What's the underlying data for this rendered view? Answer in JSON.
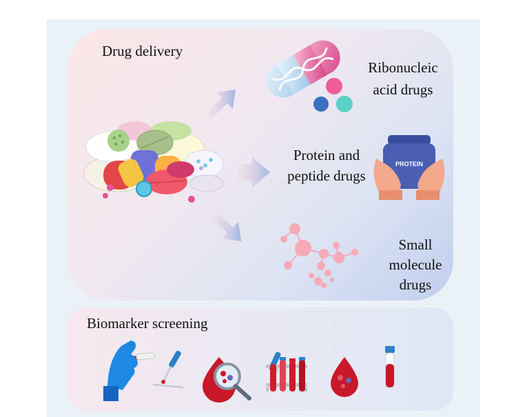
{
  "drug_delivery": {
    "title": "Drug delivery",
    "ribonucleic_line1": "Ribonucleic",
    "ribonucleic_line2": "acid drugs",
    "protein_line1": "Protein and",
    "protein_line2": "peptide drugs",
    "protein_jar_label": "PROTEIN",
    "small_line1": "Small",
    "small_line2": "molecule",
    "small_line3": "drugs"
  },
  "biomarker": {
    "title": "Biomarker screening"
  },
  "colors": {
    "arrow": "#9fb6e6",
    "pink": "#f07c98",
    "blood": "#d11d2b",
    "glove": "#1e88e5",
    "dropper": "#3a8fd6"
  }
}
